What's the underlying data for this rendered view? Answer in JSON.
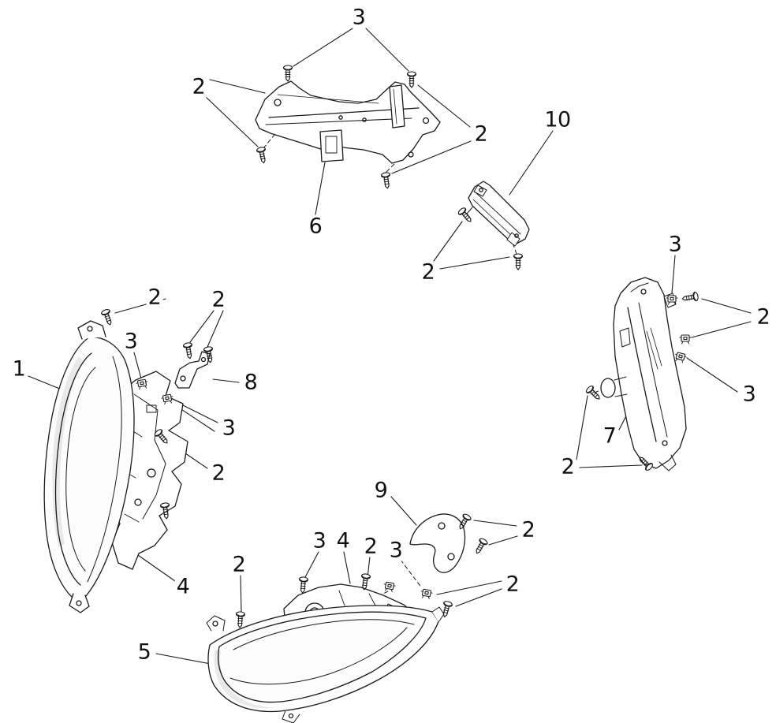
{
  "diagram": {
    "background_color": "#ffffff",
    "line_color": "#1a1a1a",
    "text_color": "#111111",
    "callouts": [
      {
        "label": "3"
      },
      {
        "label": "2"
      },
      {
        "label": "2"
      },
      {
        "label": "10"
      },
      {
        "label": "6"
      },
      {
        "label": "2"
      },
      {
        "label": "3"
      },
      {
        "label": "2"
      },
      {
        "label": "2"
      },
      {
        "label": "2"
      },
      {
        "label": "3"
      },
      {
        "label": "1"
      },
      {
        "label": "8"
      },
      {
        "label": "3"
      },
      {
        "label": "3"
      },
      {
        "label": "7"
      },
      {
        "label": "2"
      },
      {
        "label": "2"
      },
      {
        "label": "9"
      },
      {
        "label": "2"
      },
      {
        "label": "3"
      },
      {
        "label": "4"
      },
      {
        "label": "2"
      },
      {
        "label": "3"
      },
      {
        "label": "2"
      },
      {
        "label": "2"
      },
      {
        "label": "4"
      },
      {
        "label": "5"
      }
    ]
  }
}
